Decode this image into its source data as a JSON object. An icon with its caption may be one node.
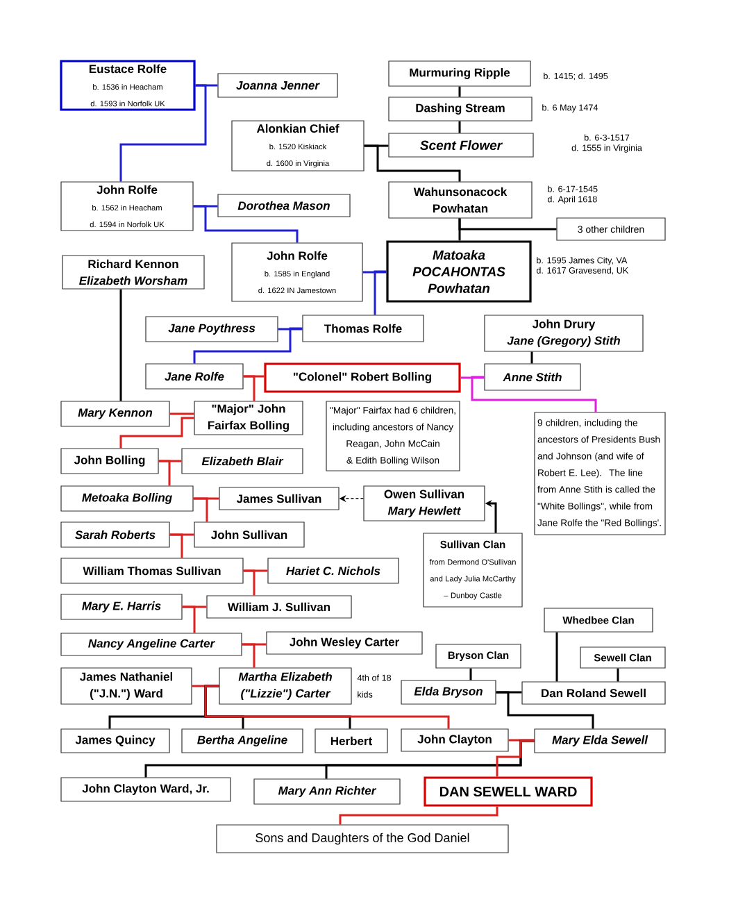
{
  "diagram": {
    "nodes": [
      {
        "text": [
          "Eustace Rolfe",
          "b. 1536 in Heacham",
          "d. 1593 in Norfolk UK"
        ]
      },
      {
        "text": [
          "Joanna Jenner"
        ]
      },
      {
        "text": [
          "Murmuring Ripple"
        ],
        "beside": [
          "b. 1415; d. 1495"
        ]
      },
      {
        "text": [
          "Dashing Stream"
        ],
        "beside": [
          "b. 6 May 1474"
        ]
      },
      {
        "text": [
          "Alonkian Chief",
          "b. 1520 Kiskiack",
          "d. 1600 in Virginia"
        ]
      },
      {
        "text": [
          "Scent Flower"
        ],
        "beside": [
          "b. 6-3-1517",
          "d. 1555 in Virginia"
        ]
      },
      {
        "text": [
          "John Rolfe",
          "b. 1562 in Heacham",
          "d. 1594 in Norfolk UK"
        ]
      },
      {
        "text": [
          "Dorothea Mason"
        ]
      },
      {
        "text": [
          "Wahunsonacock Powhatan"
        ],
        "beside": [
          "b. 6-17-1545",
          "d. April 1618"
        ]
      },
      {
        "text": [
          "3 other children"
        ]
      },
      {
        "text": [
          "Richard Kennon",
          "Elizabeth Worsham"
        ]
      },
      {
        "text": [
          "John Rolfe",
          "b. 1585 in England",
          "d. 1622 IN Jamestown"
        ]
      },
      {
        "text": [
          "Matoaka POCAHONTAS Powhatan"
        ],
        "beside": [
          "b. 1595 James City, VA",
          "d. 1617 Gravesend, UK"
        ]
      },
      {
        "text": [
          "Jane Poythress"
        ]
      },
      {
        "text": [
          "Thomas Rolfe"
        ]
      },
      {
        "text": [
          "John Drury",
          "Jane (Gregory) Stith"
        ]
      },
      {
        "text": [
          "Jane Rolfe"
        ]
      },
      {
        "text": [
          "\"Colonel\" Robert Bolling"
        ]
      },
      {
        "text": [
          "Anne Stith"
        ]
      },
      {
        "text": [
          "Mary Kennon"
        ]
      },
      {
        "text": [
          "\"Major\" John Fairfax Bolling"
        ]
      },
      {
        "text": [
          "\"Major\" Fairfax had 6 children, including ancestors of Nancy Reagan, John McCain & Edith Bolling Wilson"
        ]
      },
      {
        "text": [
          "9 children, including the ancestors of Presidents Bush and Johnson (and wife of Robert E. Lee).  The line from Anne Stith is called the \"White Bollings\", while from Jane Rolfe the \"Red Bollings'."
        ]
      },
      {
        "text": [
          "John Bolling"
        ]
      },
      {
        "text": [
          "Elizabeth Blair"
        ]
      },
      {
        "text": [
          "Metoaka Bolling"
        ]
      },
      {
        "text": [
          "James Sullivan"
        ]
      },
      {
        "text": [
          "Owen Sullivan",
          "Mary Hewlett"
        ]
      },
      {
        "text": [
          "Sarah Roberts"
        ]
      },
      {
        "text": [
          "John Sullivan"
        ]
      },
      {
        "text": [
          "Sullivan Clan",
          "from Dermond O'Sullivan and Lady Julia McCarthy – Dunboy Castle"
        ]
      },
      {
        "text": [
          "William Thomas Sullivan"
        ]
      },
      {
        "text": [
          "Hariet C. Nichols"
        ]
      },
      {
        "text": [
          "Mary E. Harris"
        ]
      },
      {
        "text": [
          "William J.  Sullivan"
        ]
      },
      {
        "text": [
          "Whedbee Clan"
        ]
      },
      {
        "text": [
          "Nancy Angeline Carter"
        ]
      },
      {
        "text": [
          "John Wesley Carter"
        ]
      },
      {
        "text": [
          "Bryson Clan"
        ]
      },
      {
        "text": [
          "Sewell Clan"
        ]
      },
      {
        "text": [
          "James Nathaniel (\"J.N.\") Ward"
        ]
      },
      {
        "text": [
          "Martha Elizabeth (\"Lizzie\") Carter"
        ],
        "beside": [
          "4th of 18 kids"
        ]
      },
      {
        "text": [
          "Elda Bryson"
        ]
      },
      {
        "text": [
          "Dan Roland Sewell"
        ]
      },
      {
        "text": [
          "James Quincy"
        ]
      },
      {
        "text": [
          "Bertha Angeline"
        ]
      },
      {
        "text": [
          "Herbert"
        ]
      },
      {
        "text": [
          "John Clayton"
        ]
      },
      {
        "text": [
          "Mary Elda Sewell"
        ]
      },
      {
        "text": [
          "John Clayton Ward, Jr."
        ]
      },
      {
        "text": [
          "Mary Ann Richter"
        ]
      },
      {
        "text": [
          "DAN SEWELL WARD"
        ]
      },
      {
        "text": [
          "Sons and Daughters of the God Daniel"
        ]
      }
    ],
    "edges": [
      {
        "from": 0,
        "to": 1,
        "arrow": "none",
        "color": "#2020d0"
      },
      {
        "from": 0,
        "to": 6,
        "arrow": "none",
        "color": "#2020d0"
      },
      {
        "from": 6,
        "to": 7,
        "arrow": "none",
        "color": "#2020d0"
      },
      {
        "from": 6,
        "to": 11,
        "arrow": "none",
        "color": "#2020d0"
      },
      {
        "from": 4,
        "to": 5,
        "arrow": "none",
        "color": "#000000"
      },
      {
        "from": 4,
        "to": 8,
        "arrow": "none",
        "color": "#000000"
      },
      {
        "from": 2,
        "to": 3,
        "arrow": "none",
        "color": "#000000"
      },
      {
        "from": 3,
        "to": 5,
        "arrow": "none",
        "color": "#000000"
      },
      {
        "from": 8,
        "to": 12,
        "arrow": "none",
        "color": "#000000"
      },
      {
        "from": 8,
        "to": 9,
        "arrow": "none",
        "color": "#000000"
      },
      {
        "from": 11,
        "to": 12,
        "arrow": "none",
        "color": "#2020d0"
      },
      {
        "from": 12,
        "to": 14,
        "arrow": "none",
        "color": "#2020d0"
      },
      {
        "from": 13,
        "to": 14,
        "arrow": "none",
        "color": "#2020d0"
      },
      {
        "from": 14,
        "to": 16,
        "arrow": "none",
        "color": "#2020d0"
      },
      {
        "from": 16,
        "to": 17,
        "arrow": "none"
      },
      {
        "from": 17,
        "to": 18,
        "arrow": "none",
        "color": "#e020e0"
      },
      {
        "from": 15,
        "to": 18,
        "arrow": "none",
        "color": "#000000"
      },
      {
        "from": 18,
        "to": 22,
        "arrow": "none",
        "color": "#e020e0"
      },
      {
        "from": 16,
        "to": 20,
        "arrow": "none"
      },
      {
        "from": 10,
        "to": 19,
        "arrow": "none",
        "color": "#000000"
      },
      {
        "from": 19,
        "to": 20,
        "arrow": "none"
      },
      {
        "from": 20,
        "to": 23,
        "arrow": "none"
      },
      {
        "from": 23,
        "to": 24,
        "arrow": "none"
      },
      {
        "from": 23,
        "to": 25,
        "arrow": "none"
      },
      {
        "from": 25,
        "to": 26,
        "arrow": "none"
      },
      {
        "from": 25,
        "to": 29,
        "arrow": "none"
      },
      {
        "from": 27,
        "to": 26,
        "arrow": "to",
        "style": "dashed",
        "color": "#000000"
      },
      {
        "from": 30,
        "to": 27,
        "arrow": "to",
        "color": "#000000"
      },
      {
        "from": 28,
        "to": 29,
        "arrow": "none"
      },
      {
        "from": 28,
        "to": 31,
        "arrow": "none"
      },
      {
        "from": 31,
        "to": 32,
        "arrow": "none"
      },
      {
        "from": 31,
        "to": 34,
        "arrow": "none"
      },
      {
        "from": 33,
        "to": 34,
        "arrow": "none"
      },
      {
        "from": 33,
        "to": 36,
        "arrow": "none"
      },
      {
        "from": 36,
        "to": 37,
        "arrow": "none"
      },
      {
        "from": 36,
        "to": 41,
        "arrow": "none"
      },
      {
        "from": 40,
        "to": 41,
        "arrow": "none"
      },
      {
        "from": 41,
        "to": 44,
        "arrow": "none",
        "color": "#000000"
      },
      {
        "from": 41,
        "to": 45,
        "arrow": "none",
        "color": "#000000"
      },
      {
        "from": 41,
        "to": 46,
        "arrow": "none",
        "color": "#000000"
      },
      {
        "from": 41,
        "to": 47,
        "arrow": "none"
      },
      {
        "from": 38,
        "to": 42,
        "arrow": "none",
        "color": "#000000"
      },
      {
        "from": 42,
        "to": 43,
        "arrow": "none",
        "color": "#000000"
      },
      {
        "from": 35,
        "to": 43,
        "arrow": "none",
        "color": "#000000"
      },
      {
        "from": 39,
        "to": 43,
        "arrow": "none",
        "color": "#000000"
      },
      {
        "from": 42,
        "to": 48,
        "arrow": "none",
        "color": "#000000"
      },
      {
        "from": 47,
        "to": 48,
        "arrow": "none"
      },
      {
        "from": 48,
        "to": 49,
        "arrow": "none",
        "color": "#000000"
      },
      {
        "from": 48,
        "to": 50,
        "arrow": "none",
        "color": "#000000"
      },
      {
        "from": 48,
        "to": 51,
        "arrow": "none"
      },
      {
        "from": 51,
        "to": 52,
        "arrow": "none"
      }
    ]
  }
}
